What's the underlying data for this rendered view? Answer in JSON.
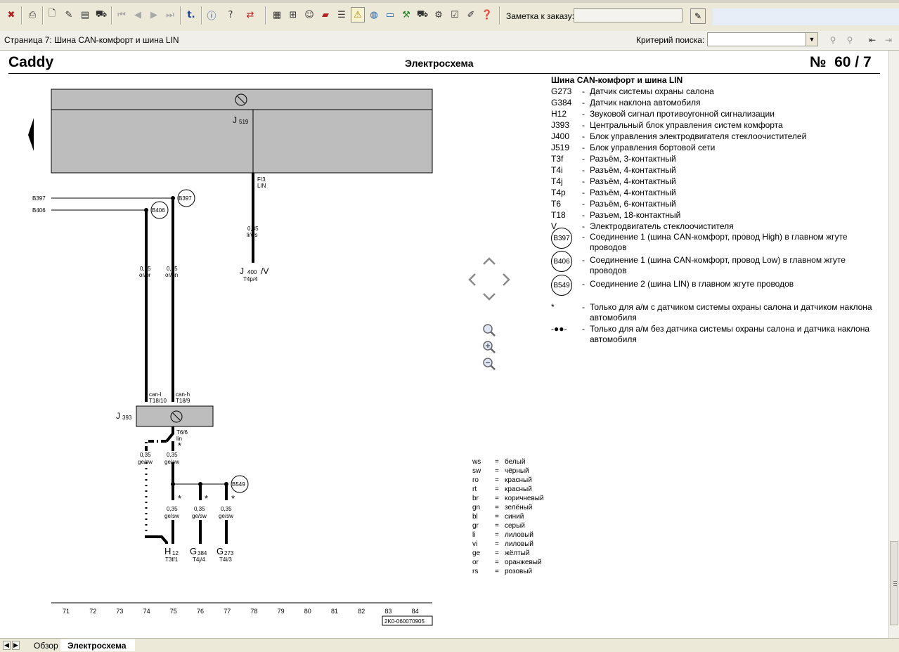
{
  "toolbar": {
    "note_label": "Заметка к заказу:",
    "note_value": "",
    "buttons": [
      "exit-icon",
      "print-icon",
      "new-doc-icon",
      "edit-doc-icon",
      "doc-icon",
      "car-icon",
      "first-icon",
      "prev-icon",
      "next-icon",
      "last-icon",
      "link-icon",
      "info-icon",
      "help-icon",
      "swap-icon",
      "calc-icon",
      "grid-icon",
      "person-icon",
      "book-icon",
      "list-icon",
      "warning-icon",
      "globe-icon",
      "form-icon",
      "wrench-icon",
      "car2-icon",
      "car-wrench-icon",
      "checklist-icon",
      "notes-icon",
      "help-book-icon"
    ]
  },
  "subbar": {
    "page_label": "Страница 7: Шина CAN-комфорт и шина LIN",
    "search_label": "Критерий поиска:",
    "search_value": ""
  },
  "document": {
    "brand": "Caddy",
    "type": "Электросхема",
    "number": "№  60 / 7"
  },
  "legend": {
    "title": "Шина CAN-комфорт и шина LIN",
    "items": [
      {
        "code": "G273",
        "text": "Датчик системы охраны салона"
      },
      {
        "code": "G384",
        "text": "Датчик наклона автомобиля"
      },
      {
        "code": "H12",
        "text": "Звуковой сигнал противоугонной сигнализации"
      },
      {
        "code": "J393",
        "text": "Центральный блок управления систем комфорта"
      },
      {
        "code": "J400",
        "text": "Блок управления электродвигателя стеклоочистителей"
      },
      {
        "code": "J519",
        "text": "Блок управления бортовой сети"
      },
      {
        "code": "T3f",
        "text": "Разъём, 3-контактный"
      },
      {
        "code": "T4i",
        "text": "Разъём, 4-контактный"
      },
      {
        "code": "T4j",
        "text": "Разъём, 4-контактный"
      },
      {
        "code": "T4p",
        "text": "Разъём, 4-контактный"
      },
      {
        "code": "T6",
        "text": "Разъём, 6-контактный"
      },
      {
        "code": "T18",
        "text": "Разъем, 18-контактный"
      },
      {
        "code": "V",
        "text": "Электродвигатель стеклоочистителя"
      }
    ],
    "circles": [
      {
        "code": "B397",
        "text": "Соединение 1 (шина CAN-комфорт, провод High) в главном жгуте проводов"
      },
      {
        "code": "B406",
        "text": "Соединение 1 (шина CAN-комфорт, провод Low) в главном жгуте проводов"
      },
      {
        "code": "B549",
        "text": "Соединение 2 (шина LIN) в главном жгуте проводов"
      }
    ],
    "notes": [
      {
        "code": "*",
        "text": "Только для а/м с датчиком системы охраны салона и датчиком наклона автомобиля"
      },
      {
        "code": "-●●-",
        "text": "Только для а/м без датчика системы охраны салона и датчика наклона автомобиля"
      }
    ]
  },
  "colors": [
    {
      "code": "ws",
      "name": "белый"
    },
    {
      "code": "sw",
      "name": "чёрный"
    },
    {
      "code": "ro",
      "name": "красный"
    },
    {
      "code": "rt",
      "name": "красный"
    },
    {
      "code": "br",
      "name": "коричневый"
    },
    {
      "code": "gn",
      "name": "зелёный"
    },
    {
      "code": "bl",
      "name": "синий"
    },
    {
      "code": "gr",
      "name": "серый"
    },
    {
      "code": "li",
      "name": "лиловый"
    },
    {
      "code": "vi",
      "name": "лиловый"
    },
    {
      "code": "ge",
      "name": "жёлтый"
    },
    {
      "code": "or",
      "name": "оранжевый"
    },
    {
      "code": "rs",
      "name": "розовый"
    }
  ],
  "diagram": {
    "j519": {
      "label": "J",
      "sub": "519"
    },
    "j393": {
      "label": "J",
      "sub": "393"
    },
    "j400": {
      "label": "J",
      "sub": "400",
      "suffix": "/V",
      "pin": "T4p/4"
    },
    "lin_pin": "F/3",
    "lin_name": "LIN",
    "lin_wire": "0,35",
    "lin_color": "li/ws",
    "b397": "B397",
    "b406": "B406",
    "b549": "B549",
    "wire_b406": {
      "size": "0,35",
      "color": "or/br"
    },
    "wire_b397": {
      "size": "0,35",
      "color": "or/gn"
    },
    "can_l": {
      "name": "can-l",
      "pin": "T18/10"
    },
    "can_h": {
      "name": "can-h",
      "pin": "T18/9"
    },
    "t6_pin": "T6/6",
    "t6_name": "lin",
    "wire_left_top": {
      "size": "0,35",
      "color": "ge/sw"
    },
    "wire_mid_top": {
      "size": "0,35",
      "color": "ge/sw"
    },
    "wire_h12": {
      "size": "0,35",
      "color": "ge/sw"
    },
    "wire_g384": {
      "size": "0,35",
      "color": "ge/sw"
    },
    "wire_g273": {
      "size": "0,35",
      "color": "ge/sw"
    },
    "h12": {
      "label": "H",
      "sub": "12",
      "pin": "T3f/1"
    },
    "g384": {
      "label": "G",
      "sub": "384",
      "pin": "T4j/4"
    },
    "g273": {
      "label": "G",
      "sub": "273",
      "pin": "T4i/3"
    },
    "star": "*",
    "scale": [
      "71",
      "72",
      "73",
      "74",
      "75",
      "76",
      "77",
      "78",
      "79",
      "80",
      "81",
      "82",
      "83",
      "84"
    ],
    "doc_code": "2K0-060070905"
  },
  "tabs": {
    "overview": "Обзор",
    "schematic": "Электросхема"
  }
}
